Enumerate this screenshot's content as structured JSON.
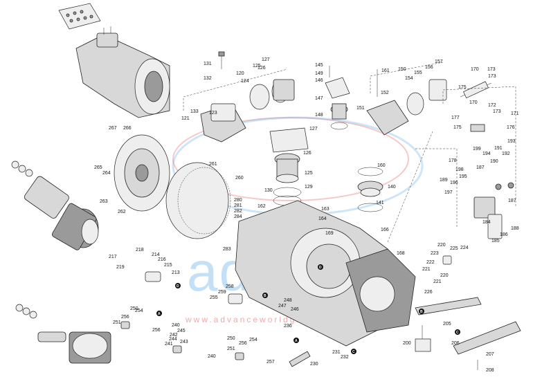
{
  "watermark": {
    "brand": "advance",
    "url": "www.advanceworldgroup.com",
    "brand_color": "#5aa9e6",
    "url_color": "#e46464"
  },
  "callout_tags": [
    "A",
    "B",
    "C",
    "D"
  ],
  "part_numbers": {
    "n120": "120",
    "n121": "121",
    "n123": "123",
    "n124": "124",
    "n125a": "125",
    "n125b": "125",
    "n126a": "126",
    "n126b": "126",
    "n127a": "127",
    "n127b": "127",
    "n129": "129",
    "n130": "130",
    "n131": "131",
    "n132": "132",
    "n133": "133",
    "n140": "140",
    "n141": "141",
    "n145": "145",
    "n146": "146",
    "n147": "147",
    "n148": "148",
    "n149": "149",
    "n150": "150",
    "n151": "151",
    "n152": "152",
    "n154": "154",
    "n155": "155",
    "n156": "156",
    "n157": "157",
    "n160": "160",
    "n161": "161",
    "n162": "162",
    "n163": "163",
    "n164": "164",
    "n166": "166",
    "n168": "168",
    "n169": "169",
    "n170a": "170",
    "n170b": "170",
    "n171": "171",
    "n172": "172",
    "n173a": "173",
    "n173b": "173",
    "n175": "175",
    "n176": "176",
    "n177": "177",
    "n178": "178",
    "n184": "184",
    "n185": "185",
    "n186": "186",
    "n187a": "187",
    "n187b": "187",
    "n188": "188",
    "n189": "189",
    "n190": "190",
    "n191": "191",
    "n192": "192",
    "n193": "193",
    "n194": "194",
    "n195": "195",
    "n196": "196",
    "n197": "197",
    "n198": "198",
    "n199": "199",
    "n200": "200",
    "n205": "205",
    "n206": "206",
    "n207": "207",
    "n208": "208",
    "n213": "213",
    "n214": "214",
    "n215": "215",
    "n216": "216",
    "n217": "217",
    "n218": "218",
    "n219": "219",
    "n220a": "220",
    "n220b": "220",
    "n221a": "221",
    "n221b": "221",
    "n222": "222",
    "n223": "223",
    "n224": "224",
    "n225": "225",
    "n226": "226",
    "n230": "230",
    "n231": "231",
    "n232": "232",
    "n236": "236",
    "n240a": "240",
    "n240b": "240",
    "n241": "241",
    "n242": "242",
    "n243": "243",
    "n244": "244",
    "n245": "245",
    "n246": "246",
    "n247": "247",
    "n248": "248",
    "n250a": "250",
    "n250b": "250",
    "n251a": "251",
    "n251b": "251",
    "n254a": "254",
    "n254b": "254",
    "n255": "255",
    "n256a": "256",
    "n256b": "256",
    "n256c": "256",
    "n257": "257",
    "n258": "258",
    "n259": "259",
    "n260": "260",
    "n261": "261",
    "n262": "262",
    "n263": "263",
    "n264": "264",
    "n265": "265",
    "n266": "266",
    "n267": "267",
    "n280": "280",
    "n281": "281",
    "n282": "282",
    "n283": "283",
    "n284": "284"
  }
}
